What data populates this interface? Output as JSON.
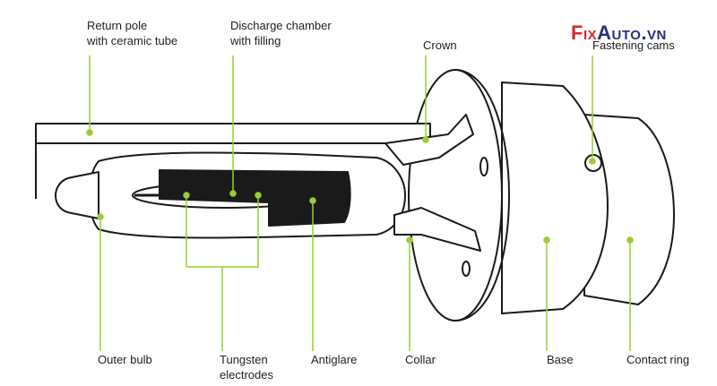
{
  "brand": {
    "logo_part1": "Fix",
    "logo_part2": "Auto.vn",
    "color_primary": "#d12a2a",
    "color_secondary": "#2a2f7a"
  },
  "colors": {
    "outline": "#1a1a1a",
    "leader": "#9acd32",
    "fill": "#ffffff",
    "dark_fill": "#1a1a1a"
  },
  "labels": {
    "return_pole": "Return pole\nwith ceramic tube",
    "discharge_chamber": "Discharge chamber\nwith filling",
    "crown": "Crown",
    "fastening_cams": "Fastening cams",
    "outer_bulb": "Outer bulb",
    "tungsten_electrodes": "Tungsten\nelectrodes",
    "antiglare": "Antiglare",
    "collar": "Collar",
    "base": "Base",
    "contact_ring": "Contact ring"
  }
}
